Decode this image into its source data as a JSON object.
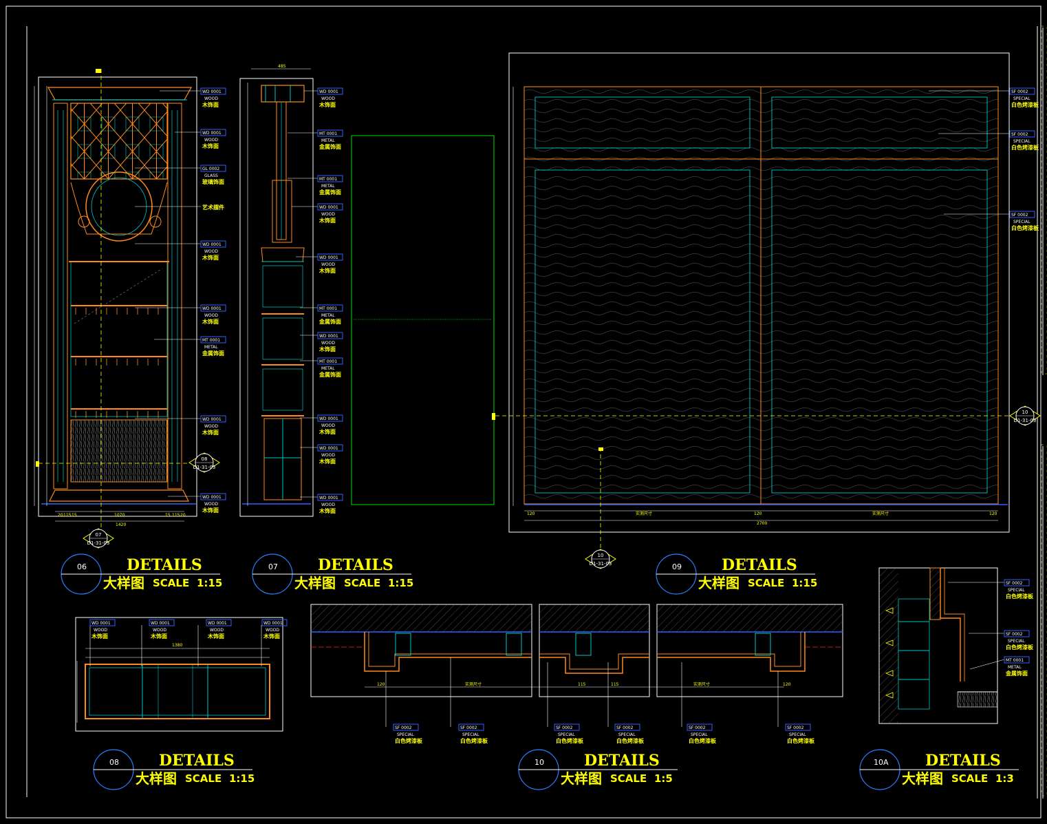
{
  "colors": {
    "background": "#000000",
    "frame": "#ffffff",
    "title": "#ffff00",
    "circle": "#2a7fff",
    "underline": "#ffffff",
    "orange": "#ff8c1a",
    "cyan": "#00c8c8",
    "green": "#00e000",
    "tag_box": "#3060ff",
    "tag_text": "#ffff00",
    "dimension": "#ffff00"
  },
  "details": [
    {
      "num": "06",
      "title": "DETAILS",
      "cn": "大样图",
      "scale_word": "SCALE",
      "scale": "1:15"
    },
    {
      "num": "07",
      "title": "DETAILS",
      "cn": "大样图",
      "scale_word": "SCALE",
      "scale": "1:15"
    },
    {
      "num": "09",
      "title": "DETAILS",
      "cn": "大样图",
      "scale_word": "SCALE",
      "scale": "1:15"
    },
    {
      "num": "08",
      "title": "DETAILS",
      "cn": "大样图",
      "scale_word": "SCALE",
      "scale": "1:15"
    },
    {
      "num": "10",
      "title": "DETAILS",
      "cn": "大样图",
      "scale_word": "SCALE",
      "scale": "1:5"
    },
    {
      "num": "10A",
      "title": "DETAILS",
      "cn": "大样图",
      "scale_word": "SCALE",
      "scale": "1:3"
    }
  ],
  "tags06": [
    {
      "code": "WD 0001",
      "en": "WOOD",
      "cn": "木饰面"
    },
    {
      "code": "WD 0001",
      "en": "WOOD",
      "cn": "木饰面"
    },
    {
      "code": "GL 0002",
      "en": "GLASS",
      "cn": "玻璃饰面"
    },
    {
      "code": "",
      "en": "",
      "cn": "艺术摆件"
    },
    {
      "code": "WD 0001",
      "en": "WOOD",
      "cn": "木饰面"
    },
    {
      "code": "WD 0001",
      "en": "WOOD",
      "cn": "木饰面"
    },
    {
      "code": "MT 0001",
      "en": "METAL",
      "cn": "金属饰面"
    },
    {
      "code": "WD 0001",
      "en": "WOOD",
      "cn": "木饰面"
    },
    {
      "code": "WD 0001",
      "en": "WOOD",
      "cn": "木饰面"
    }
  ],
  "tags07": [
    {
      "code": "WD 0001",
      "en": "WOOD",
      "cn": "木饰面"
    },
    {
      "code": "MT 0001",
      "en": "METAL",
      "cn": "金属饰面"
    },
    {
      "code": "MT 0001",
      "en": "METAL",
      "cn": "金属饰面"
    },
    {
      "code": "WD 0001",
      "en": "WOOD",
      "cn": "木饰面"
    },
    {
      "code": "WD 0001",
      "en": "WOOD",
      "cn": "木饰面"
    },
    {
      "code": "MT 0001",
      "en": "METAL",
      "cn": "金属饰面"
    },
    {
      "code": "WD 0001",
      "en": "WOOD",
      "cn": "木饰面"
    },
    {
      "code": "MT 0001",
      "en": "METAL",
      "cn": "金属饰面"
    },
    {
      "code": "WD 0001",
      "en": "WOOD",
      "cn": "木饰面"
    },
    {
      "code": "WD 0001",
      "en": "WOOD",
      "cn": "木饰面"
    },
    {
      "code": "WD 0001",
      "en": "WOOD",
      "cn": "木饰面"
    }
  ],
  "tags09": [
    {
      "code": "SF 0002",
      "en": "SPECIAL",
      "cn": "白色烤漆板"
    },
    {
      "code": "SF 0002",
      "en": "SPECIAL",
      "cn": "白色烤漆板"
    },
    {
      "code": "SF 0002",
      "en": "SPECIAL",
      "cn": "白色烤漆板"
    }
  ],
  "tags08": [
    {
      "code": "WD 0001",
      "en": "WOOD",
      "cn": "木饰面"
    },
    {
      "code": "WD 0001",
      "en": "WOOD",
      "cn": "木饰面"
    },
    {
      "code": "WD 0001",
      "en": "WOOD",
      "cn": "木饰面"
    },
    {
      "code": "WD 0001",
      "en": "WOOD",
      "cn": "木饰面"
    }
  ],
  "tags10": [
    {
      "code": "SF 0002",
      "en": "SPECIAL",
      "cn": "白色烤漆板"
    },
    {
      "code": "SF 0002",
      "en": "SPECIAL",
      "cn": "白色烤漆板"
    },
    {
      "code": "SF 0002",
      "en": "SPECIAL",
      "cn": "白色烤漆板"
    },
    {
      "code": "SF 0002",
      "en": "SPECIAL",
      "cn": "白色烤漆板"
    },
    {
      "code": "SF 0002",
      "en": "SPECIAL",
      "cn": "白色烤漆板"
    },
    {
      "code": "SF 0002",
      "en": "SPECIAL",
      "cn": "白色烤漆板"
    }
  ],
  "tags10A": [
    {
      "code": "SF 0002",
      "en": "SPECIAL",
      "cn": "白色烤漆板"
    },
    {
      "code": "SF 0002",
      "en": "SPECIAL",
      "cn": "白色烤漆板"
    },
    {
      "code": "MT 0001",
      "en": "METAL",
      "cn": "金属饰面"
    }
  ],
  "markers": [
    {
      "num": "07",
      "ref": "D1-31-03"
    },
    {
      "num": "08",
      "ref": "D1-31-03"
    },
    {
      "num": "10",
      "ref": "D1-31-03"
    },
    {
      "num": "10",
      "ref": "D1-31-03"
    }
  ],
  "dims": {
    "d06_bottom": [
      "20",
      "115",
      "15",
      "1070",
      "15",
      "115",
      "20"
    ],
    "d06_total": "1420",
    "d07_top": "485",
    "d09_bottom": [
      "120",
      "实测尺寸",
      "120",
      "实测尺寸",
      "120"
    ],
    "d09_total": "2700",
    "d08_total": "1380",
    "d10_labels": [
      "120",
      "实测尺寸",
      "115",
      "115",
      "实测尺寸",
      "120"
    ]
  }
}
